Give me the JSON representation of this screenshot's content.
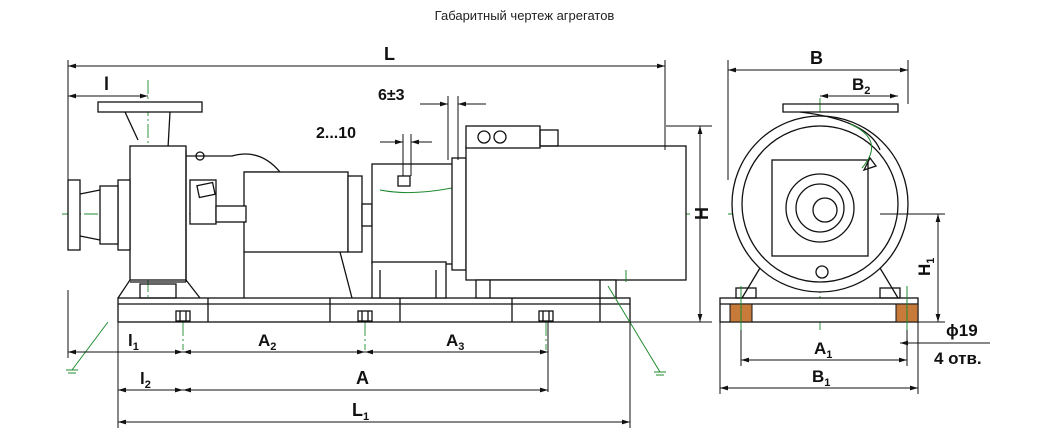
{
  "title": "Габаритный чертеж агрегатов",
  "labels": {
    "L": "L",
    "l": "l",
    "gap_6_3": "6±3",
    "gap_2_10": "2...10",
    "H": "H",
    "l1": "l",
    "l1_sub": "1",
    "l2": "l",
    "l2_sub": "2",
    "A2": "A",
    "A2_sub": "2",
    "A3": "A",
    "A3_sub": "3",
    "A": "A",
    "L1": "L",
    "L1_sub": "1",
    "B": "B",
    "B2": "B",
    "B2_sub": "2",
    "H1": "H",
    "H1_sub": "1",
    "A1": "A",
    "A1_sub": "1",
    "B1": "B",
    "B1_sub": "1",
    "hole_dia": "ϕ19",
    "holes_count": "4 отв."
  }
}
